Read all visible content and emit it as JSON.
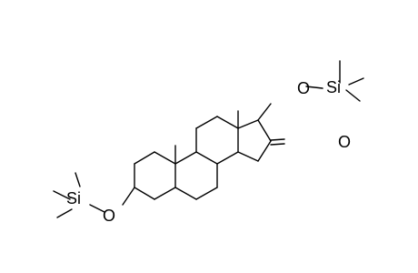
{
  "molecule": {
    "labels": {
      "si_left": "Si",
      "o_left": "O",
      "o_right": "O",
      "si_right": "Si",
      "o_ketone": "O"
    }
  }
}
